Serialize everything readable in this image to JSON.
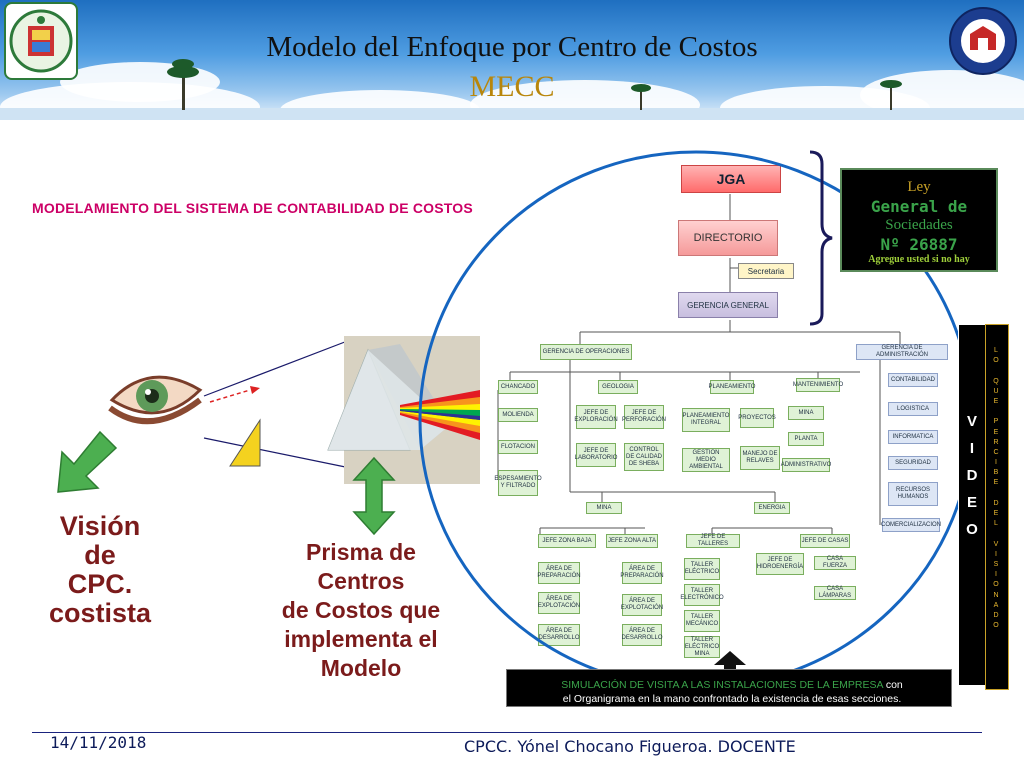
{
  "header": {
    "title": "Modelo del Enfoque por Centro de Costos",
    "subtitle": "MECC"
  },
  "section_heading": "MODELAMIENTO DEL SISTEMA DE CONTABILIDAD DE COSTOS",
  "org": {
    "jga": "JGA",
    "directorio": "DIRECTORIO",
    "secretaria": "Secretaria",
    "gerencia_general": "GERENCIA GENERAL",
    "gerencia_operaciones": "GERENCIA DE OPERACIONES",
    "gerencia_administracion": "GERENCIA DE ADMINISTRACIÓN",
    "chancado": "CHANCADO",
    "molienda": "MOLIENDA",
    "flotacion": "FLOTACION",
    "espesamiento": "ESPESAMIENTO Y FILTRADO",
    "geologia": "GEOLOGIA",
    "jefe_exploracion": "JEFE DE EXPLORACIÓN",
    "jefe_perforacion": "JEFE DE PERFORACIÓN",
    "jefe_laboratorio": "JEFE DE LABORATORIO",
    "control_calidad": "CONTROL DE CALIDAD DE SHEBA",
    "planeamiento": "PLANEAMIENTO",
    "planeamiento_integral": "PLANEAMIENTO INTEGRAL",
    "proyectos": "PROYECTOS",
    "gestion_medio": "GESTION MEDIO AMBIENTAL",
    "manejo_relaves": "MANEJO DE RELAVES",
    "mantenimiento": "MANTENIMIENTO",
    "mina_m": "MINA",
    "planta": "PLANTA",
    "administrativo": "ADMINISTRATIVO",
    "contabilidad": "CONTABILIDAD",
    "logistica": "LOGISTICA",
    "informatica": "INFORMATICA",
    "seguridad": "SEGURIDAD",
    "recursos_humanos": "RECURSOS HUMANOS",
    "comercializacion": "COMERCIALIZACION",
    "mina": "MINA",
    "energia": "ENERGIA",
    "jefe_zona_baja": "JEFE ZONA BAJA",
    "jefe_zona_alta": "JEFE ZONA ALTA",
    "area_preparacion": "ÁREA DE PREPARACIÓN",
    "area_explotacion": "ÁREA DE EXPLOTACIÓN",
    "area_desarrollo": "ÁREA DE DESARROLLO",
    "jefe_talleres": "JEFE DE TALLERES",
    "jefe_hidroenergia": "JEFE DE HIDROENERGÍA",
    "jefe_casas": "JEFE DE CASAS",
    "taller_electrico": "TALLER ELÉCTRICO",
    "taller_electronico": "TALLER ELECTRÓNICO",
    "taller_mecanico": "TALLER MECÁNICO",
    "taller_electrico_mina": "TALLER ELÉCTRICO MINA",
    "casa_fuerza": "CASA FUERZA",
    "casa_lamparas": "CASA LÁMPARAS"
  },
  "ley_box": {
    "line1": "Ley",
    "line2": "General de",
    "line3": "Sociedades",
    "line4": "Nº 26887",
    "line5": "Agregue usted si no hay"
  },
  "video_letters": [
    "V",
    "I",
    "D",
    "E",
    "O"
  ],
  "percibe_letters": [
    "L",
    "O",
    "",
    "Q",
    "U",
    "E",
    "",
    "P",
    "E",
    "R",
    "C",
    "I",
    "B",
    "E",
    "",
    "D",
    "E",
    "L",
    "",
    "V",
    "I",
    "S",
    "I",
    "O",
    "N",
    "A",
    "D",
    "O"
  ],
  "simulation": {
    "green_text": "SIMULACIÓN DE VISITA A LAS INSTALACIONES DE LA EMPRESA",
    "white_text_1": " con",
    "white_text_2": "el Organigrama en la mano confrontado la existencia de esas secciones."
  },
  "vision": {
    "line1": "Visión",
    "line2": "de",
    "line3": "CPC.",
    "line4": "costista"
  },
  "prisma": {
    "line1": "Prisma de",
    "line2": "Centros",
    "line3": "de Costos que",
    "line4": "implementa el",
    "line5": "Modelo"
  },
  "footer": {
    "date": "14/11/2018",
    "author": "CPCC. Yónel Chocano Figueroa. DOCENTE"
  }
}
